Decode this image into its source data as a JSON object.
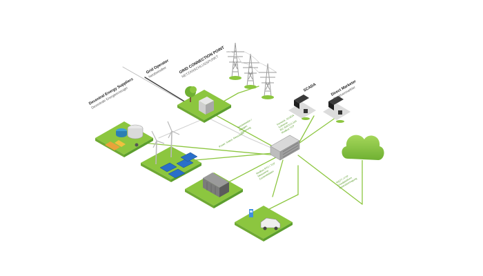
{
  "labels": {
    "decentral": {
      "title": "Decentral Energy Suppliers",
      "subtitle": "Dezentrale Energieerzeuger"
    },
    "grid_operator": {
      "title": "Grid Operator",
      "subtitle": "Netzbetreiber"
    },
    "grid_connection": {
      "title": "GRID CONNECTION POINT",
      "subtitle": "NETZANSCHLUSSPUNKT"
    },
    "scada": {
      "title": "SCADA"
    },
    "direct_marketer": {
      "title": "Direct Marketer",
      "subtitle": "Direktvermarkter"
    }
  },
  "link_notes": {
    "to_grid": [
      "Netzbetreiber /",
      "Anlagen",
      "Steuerung"
    ],
    "main_bus": "Power, Status, Messdaten",
    "to_scada": [
      "Fernwirk, SCADA",
      "Sollwerte",
      "IEC 60870-5-104",
      "Modbus TCP"
    ],
    "to_storage": [
      "Modbus RTU / TCP",
      "Messwerte",
      "Zustandsdaten"
    ],
    "to_cloud": [
      "MQTT / FTP",
      "Cloudplattform",
      "Datenübertragung"
    ]
  },
  "colors": {
    "accent": "#8cc63f",
    "accent_dark": "#5c9e2e",
    "line": "#8cc63f",
    "text": "#1a1a1a",
    "muted": "#888888"
  }
}
